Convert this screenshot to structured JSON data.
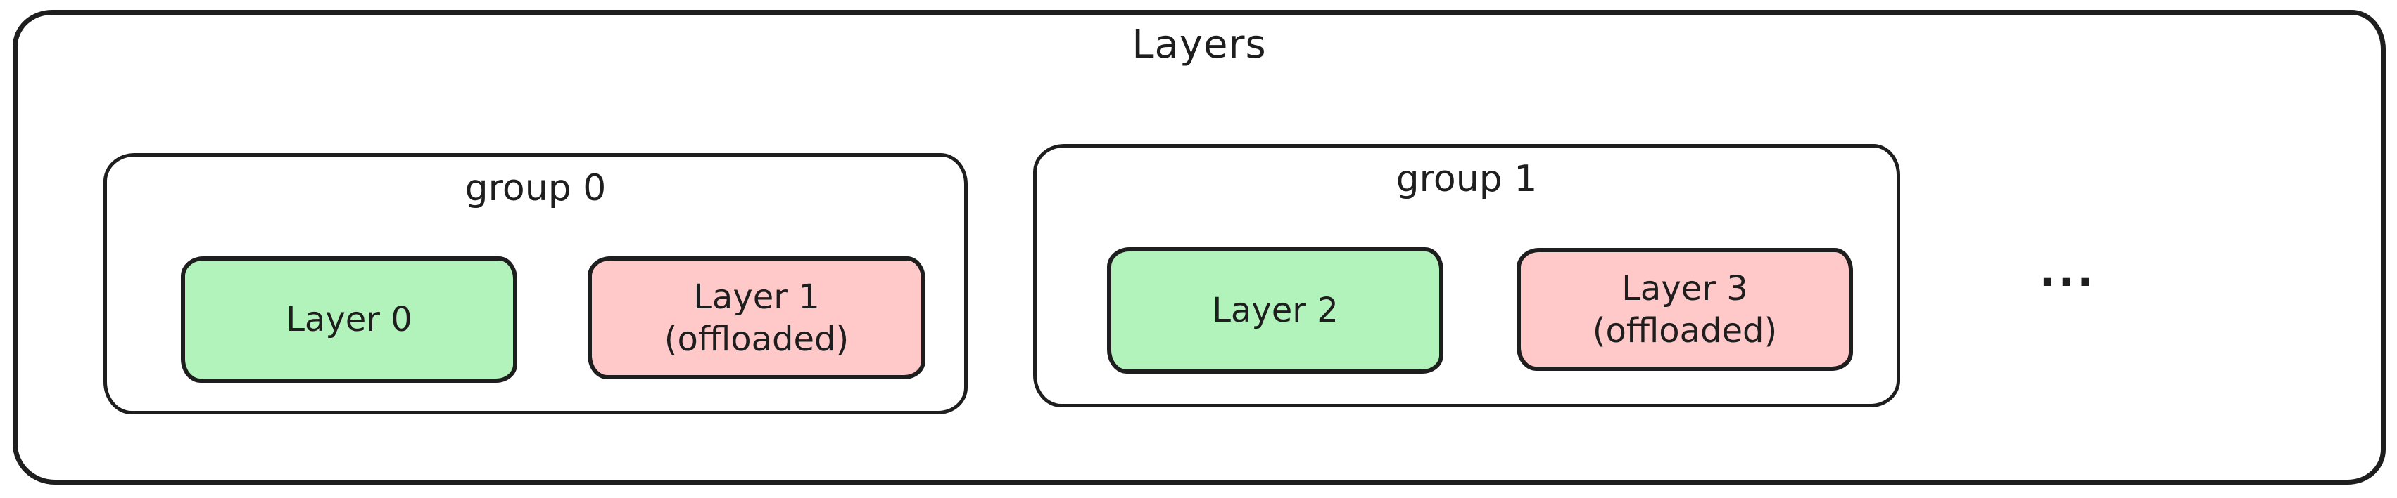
{
  "title": "Layers",
  "ellipsis": "...",
  "colors": {
    "stroke": "#1e1e1e",
    "layer_active_fill": "#b2f2bb",
    "layer_offloaded_fill": "#ffc9c9",
    "background": "#ffffff"
  },
  "groups": [
    {
      "label": "group 0",
      "layers": [
        {
          "line1": "Layer 0",
          "line2": "",
          "state": "active"
        },
        {
          "line1": "Layer 1",
          "line2": "(offloaded)",
          "state": "offloaded"
        }
      ]
    },
    {
      "label": "group 1",
      "layers": [
        {
          "line1": "Layer 2",
          "line2": "",
          "state": "active"
        },
        {
          "line1": "Layer 3",
          "line2": "(offloaded)",
          "state": "offloaded"
        }
      ]
    }
  ]
}
